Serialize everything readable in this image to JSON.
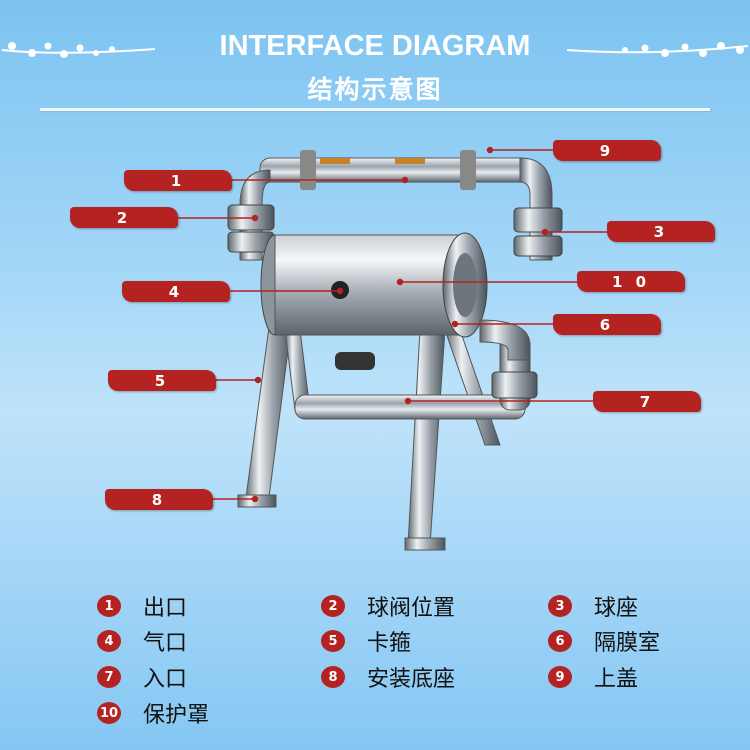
{
  "header": {
    "title_en": "INTERFACE DIAGRAM",
    "title_cn": "结构示意图"
  },
  "callouts": [
    "1",
    "2",
    "3",
    "4",
    "5",
    "6",
    "7",
    "8",
    "9",
    "1 0"
  ],
  "legend": [
    {
      "num": "1",
      "label": "出口"
    },
    {
      "num": "2",
      "label": "球阀位置"
    },
    {
      "num": "3",
      "label": "球座"
    },
    {
      "num": "4",
      "label": "气口"
    },
    {
      "num": "5",
      "label": "卡箍"
    },
    {
      "num": "6",
      "label": "隔膜室"
    },
    {
      "num": "7",
      "label": "入口"
    },
    {
      "num": "8",
      "label": "安装底座"
    },
    {
      "num": "9",
      "label": "上盖"
    },
    {
      "num": "10",
      "label": "保护罩"
    }
  ],
  "colors": {
    "accent": "#b52222",
    "background": "#a9d9f8"
  }
}
